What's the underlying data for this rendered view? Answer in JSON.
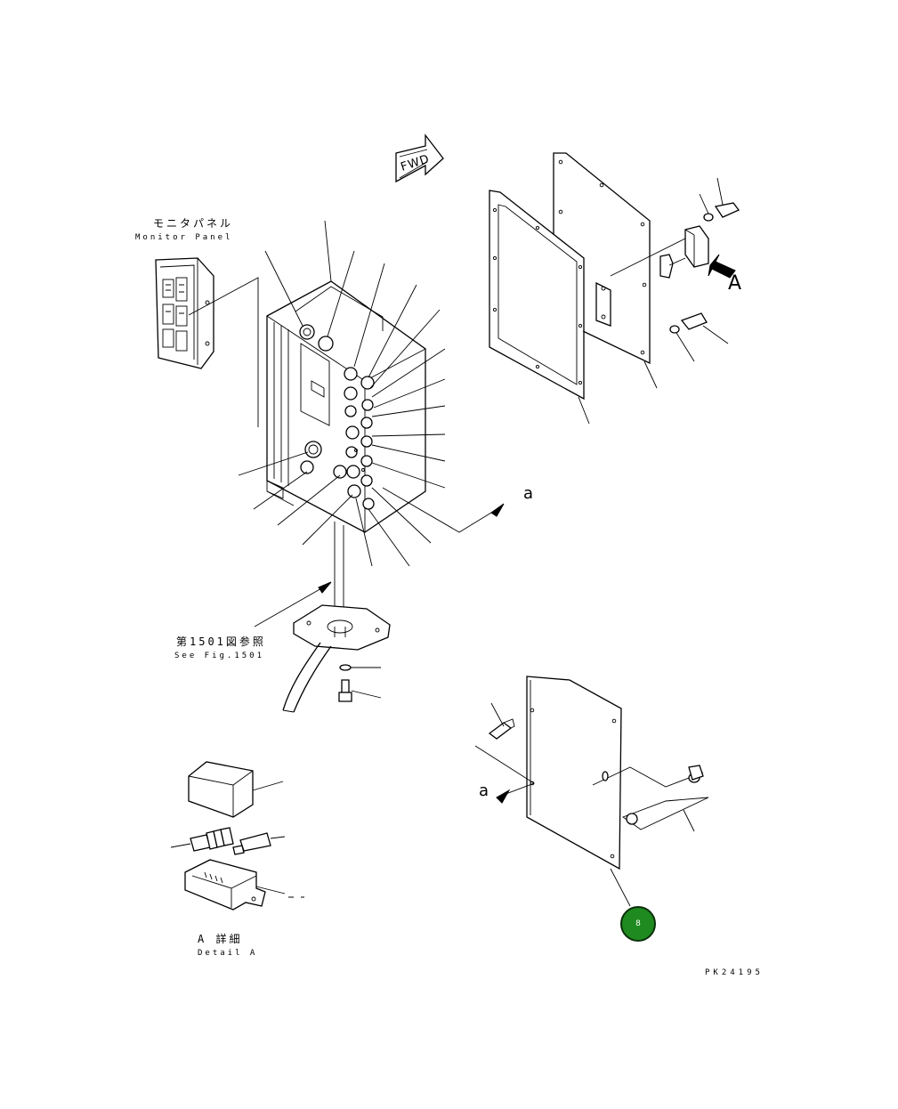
{
  "labels": {
    "monitor_panel_jp": "モニタパネル",
    "monitor_panel_en": "Monitor Panel",
    "see_fig_jp": "第1501図参照",
    "see_fig_en": "See Fig.1501",
    "detail_jp": "A 詳細",
    "detail_en": "Detail A",
    "fwd": "FWD",
    "view_a": "A",
    "ref_a_top": "a",
    "ref_a_bottom": "a",
    "drawing_code": "PK24195"
  },
  "marker": {
    "label": "8",
    "color": "#1f8a1f"
  }
}
